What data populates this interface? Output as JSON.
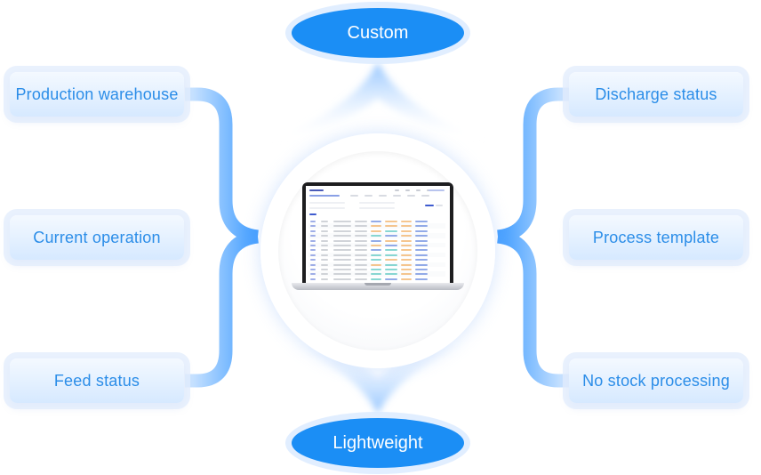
{
  "diagram": {
    "top_label": "Custom",
    "bottom_label": "Lightweight",
    "left_features": [
      {
        "label": "Production warehouse"
      },
      {
        "label": "Current operation"
      },
      {
        "label": "Feed status"
      }
    ],
    "right_features": [
      {
        "label": "Discharge status"
      },
      {
        "label": "Process template"
      },
      {
        "label": "No stock processing"
      }
    ],
    "center": {
      "icon": "laptop-icon",
      "screen_content": "blurred table screenshot of a management system"
    }
  },
  "colors": {
    "accent": "#1b8ef5",
    "card_text": "#2b8de8",
    "connector": "#5aa9ff",
    "screen_status_blue": "#6f8fe0",
    "screen_status_orange": "#f2b36b",
    "screen_status_teal": "#62c9c4"
  }
}
